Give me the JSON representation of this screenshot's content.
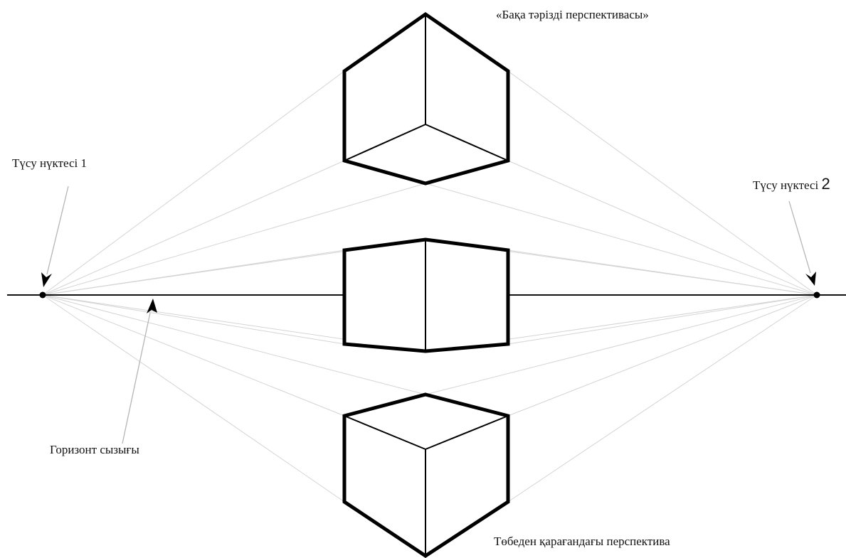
{
  "labels": {
    "top_view": "«Бақа тәрізді перспективасы»",
    "vanishing_point_1": "Түсу нүктесі 1",
    "vanishing_point_2_text": "Түсу нүктесі",
    "vanishing_point_2_number": "2",
    "horizon_line": "Горизонт сызығы",
    "bottom_view": "Төбеден қарағандағы перспектива"
  },
  "colors": {
    "background": "#ffffff",
    "outline": "#000000",
    "guide_lines": "#d4d4d4",
    "pointer_lines": "#b5b5b5"
  }
}
